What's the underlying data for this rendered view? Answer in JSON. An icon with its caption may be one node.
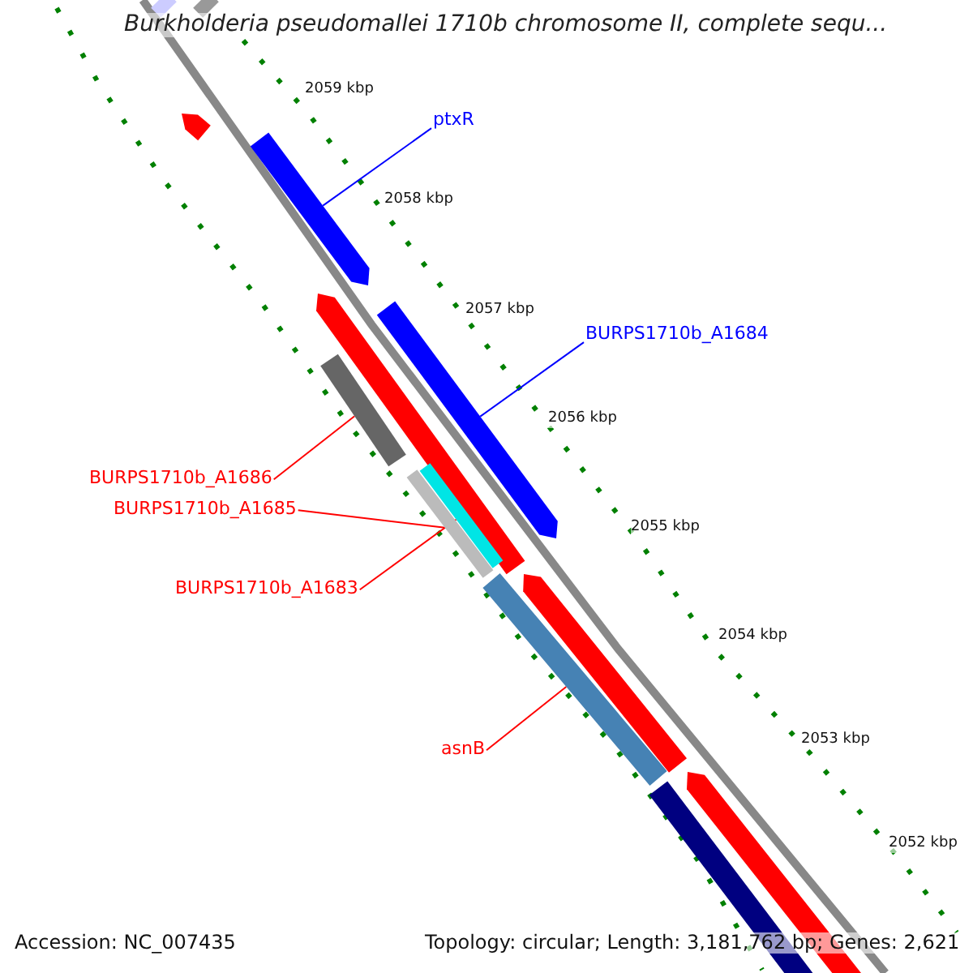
{
  "diagram": {
    "title": "Burkholderia pseudomallei 1710b chromosome II, complete sequ...",
    "nodes": [
      {
        "text": [
          "ptxR"
        ]
      },
      {
        "text": [
          "BURPS1710b_A1684"
        ]
      },
      {
        "text": [
          "BURPS1710b_A1686"
        ]
      },
      {
        "text": [
          "BURPS1710b_A1685"
        ]
      },
      {
        "text": [
          "BURPS1710b_A1683"
        ]
      },
      {
        "text": [
          "asnB"
        ]
      },
      {
        "text": [],
        "shape": "bar"
      },
      {
        "text": [],
        "shape": "bar"
      },
      {
        "text": [],
        "shape": "bar"
      },
      {
        "text": [],
        "shape": "bar"
      },
      {
        "text": [],
        "shape": "bar"
      },
      {
        "text": [],
        "shape": "bar"
      }
    ],
    "edges": [
      {
        "from": 0,
        "to": 6,
        "arrow": "none",
        "color": "#0000ff"
      },
      {
        "from": 1,
        "to": 7,
        "arrow": "none",
        "color": "#0000ff"
      },
      {
        "from": 2,
        "to": 8,
        "arrow": "none"
      },
      {
        "from": 3,
        "to": 9,
        "arrow": "none"
      },
      {
        "from": 4,
        "to": 10,
        "arrow": "none"
      },
      {
        "from": 5,
        "to": 11,
        "arrow": "none"
      }
    ],
    "labels": [
      "2059 kbp",
      "2058 kbp",
      "2057 kbp",
      "2056 kbp",
      "2055 kbp",
      "2054 kbp",
      "2053 kbp",
      "2052 kbp",
      "Accession: NC_007435",
      "Topology: circular; Length: 3,181,762 bp; Genes: 2,621"
    ]
  }
}
